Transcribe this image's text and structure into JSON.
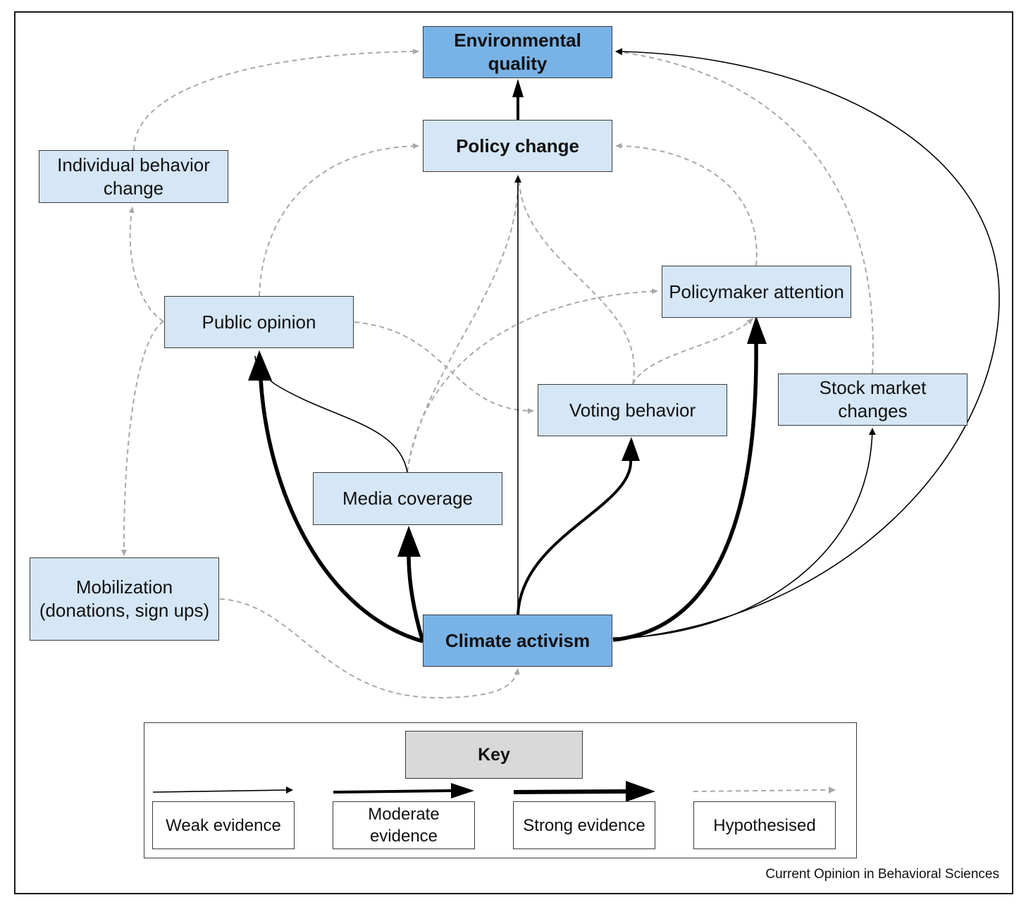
{
  "nodes": {
    "environmental_quality": "Environmental quality",
    "policy_change": "Policy change",
    "individual_behavior_change": "Individual behavior change",
    "public_opinion": "Public opinion",
    "policymaker_attention": "Policymaker attention",
    "voting_behavior": "Voting behavior",
    "stock_market_changes": "Stock market changes",
    "media_coverage": "Media coverage",
    "mobilization": "Mobilization (donations, sign ups)",
    "climate_activism": "Climate activism"
  },
  "key": {
    "title": "Key",
    "weak": "Weak evidence",
    "moderate": "Moderate evidence",
    "strong": "Strong evidence",
    "hypothesised": "Hypothesised"
  },
  "source": "Current Opinion in Behavioral Sciences",
  "colors": {
    "node_light": "#d5e6f6",
    "node_dark": "#79b3e6",
    "hypothesised_edge": "#a8a8a8",
    "evidence_edge": "#000000",
    "key_title_fill": "#d9d9d9"
  },
  "edges": [
    {
      "from": "climate_activism",
      "to": "public_opinion",
      "evidence": "strong"
    },
    {
      "from": "climate_activism",
      "to": "media_coverage",
      "evidence": "strong"
    },
    {
      "from": "climate_activism",
      "to": "voting_behavior",
      "evidence": "moderate"
    },
    {
      "from": "climate_activism",
      "to": "policymaker_attention",
      "evidence": "strong"
    },
    {
      "from": "climate_activism",
      "to": "policy_change",
      "evidence": "weak"
    },
    {
      "from": "climate_activism",
      "to": "stock_market_changes",
      "evidence": "weak"
    },
    {
      "from": "climate_activism",
      "to": "environmental_quality",
      "evidence": "weak"
    },
    {
      "from": "media_coverage",
      "to": "public_opinion",
      "evidence": "weak"
    },
    {
      "from": "policy_change",
      "to": "environmental_quality",
      "evidence": "moderate"
    },
    {
      "from": "public_opinion",
      "to": "policy_change",
      "evidence": "hypothesised"
    },
    {
      "from": "public_opinion",
      "to": "voting_behavior",
      "evidence": "hypothesised"
    },
    {
      "from": "public_opinion",
      "to": "individual_behavior_change",
      "evidence": "hypothesised"
    },
    {
      "from": "public_opinion",
      "to": "mobilization",
      "evidence": "hypothesised"
    },
    {
      "from": "individual_behavior_change",
      "to": "environmental_quality",
      "evidence": "hypothesised"
    },
    {
      "from": "media_coverage",
      "to": "policy_change",
      "evidence": "hypothesised"
    },
    {
      "from": "media_coverage",
      "to": "policymaker_attention",
      "evidence": "hypothesised"
    },
    {
      "from": "voting_behavior",
      "to": "policy_change",
      "evidence": "hypothesised"
    },
    {
      "from": "voting_behavior",
      "to": "policymaker_attention",
      "evidence": "hypothesised"
    },
    {
      "from": "policymaker_attention",
      "to": "policy_change",
      "evidence": "hypothesised"
    },
    {
      "from": "stock_market_changes",
      "to": "environmental_quality",
      "evidence": "hypothesised"
    },
    {
      "from": "mobilization",
      "to": "climate_activism",
      "evidence": "hypothesised"
    }
  ]
}
